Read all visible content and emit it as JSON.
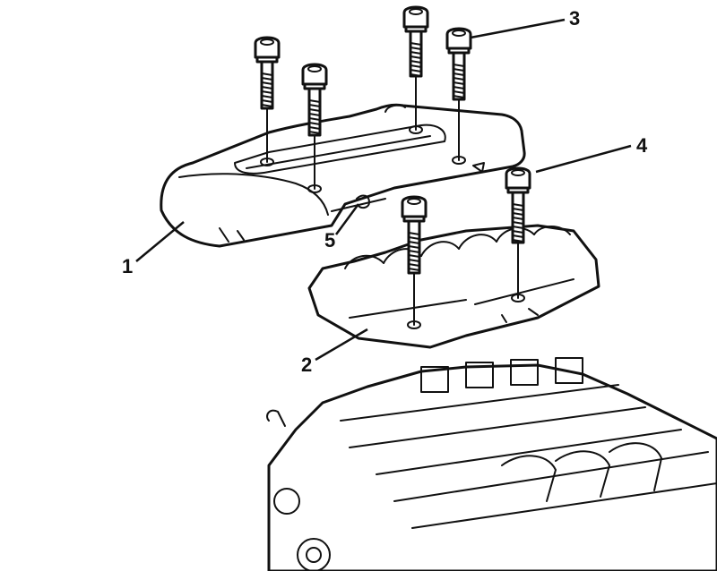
{
  "callouts": [
    {
      "id": "1",
      "label": "1"
    },
    {
      "id": "2",
      "label": "2"
    },
    {
      "id": "3",
      "label": "3"
    },
    {
      "id": "4",
      "label": "4"
    },
    {
      "id": "5",
      "label": "5"
    }
  ],
  "icons": {
    "bolt": "bolt-icon",
    "upper_cover": "engine-cover-icon",
    "lower_cover": "intake-cover-icon",
    "engine": "engine-block-icon"
  }
}
